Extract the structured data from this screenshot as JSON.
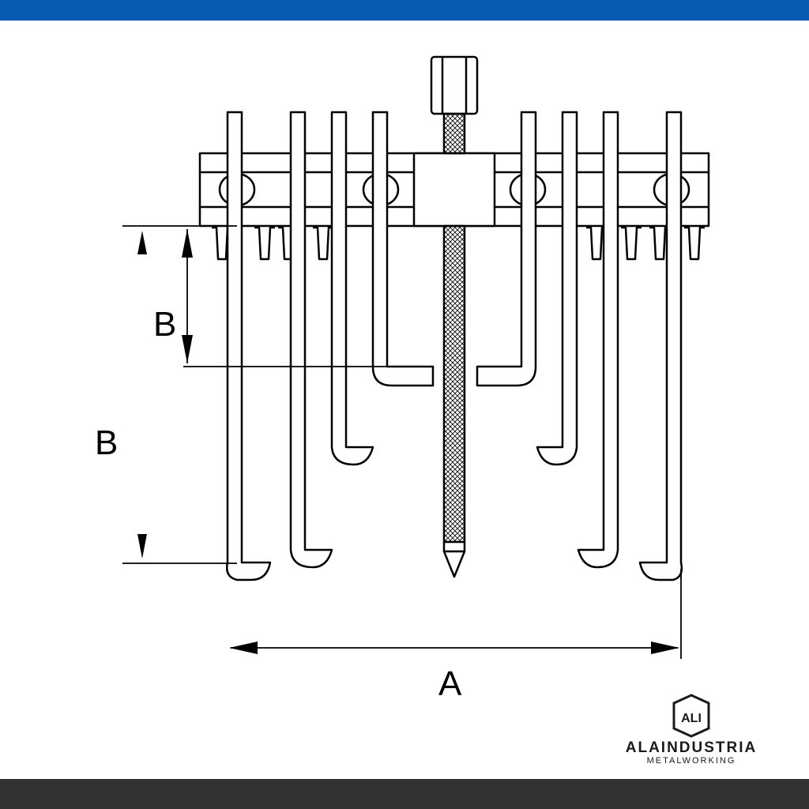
{
  "colors": {
    "top_bar": "#0a5bb3",
    "bottom_bar": "#333333",
    "line": "#000000"
  },
  "diagram": {
    "dimension_labels": {
      "outer_reach": "B",
      "inner_reach": "B",
      "width": "A"
    }
  },
  "brand": {
    "logo_icon": "ali-shield-logo",
    "logo_text": "ALI",
    "name": "ALAINDUSTRIA",
    "tagline": "METALWORKING"
  }
}
